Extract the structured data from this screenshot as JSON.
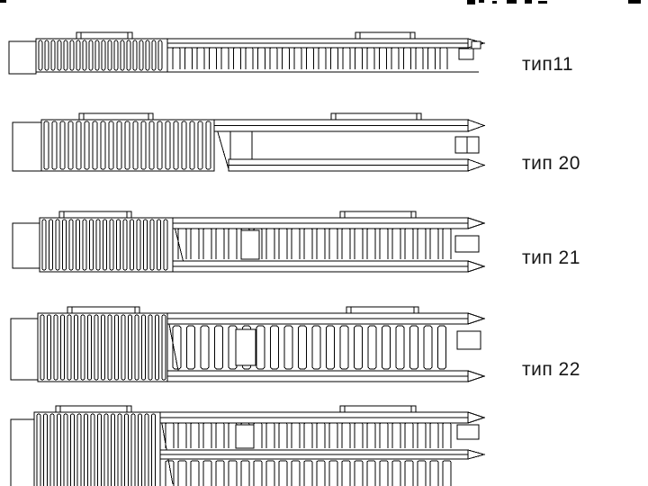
{
  "page": {
    "background": "#ffffff",
    "line_color": "#000000",
    "label_color": "#161616"
  },
  "rows": [
    {
      "id": "11",
      "label": "тип11",
      "panels": 1,
      "fin_layers": 1
    },
    {
      "id": "20",
      "label": "тип 20",
      "panels": 2,
      "fin_layers": 0
    },
    {
      "id": "21",
      "label": "тип 21",
      "panels": 2,
      "fin_layers": 1
    },
    {
      "id": "22",
      "label": "тип 22",
      "panels": 2,
      "fin_layers": 2
    },
    {
      "id": "33",
      "label": "",
      "panels": 3,
      "fin_layers": 2,
      "clipped": true
    }
  ]
}
